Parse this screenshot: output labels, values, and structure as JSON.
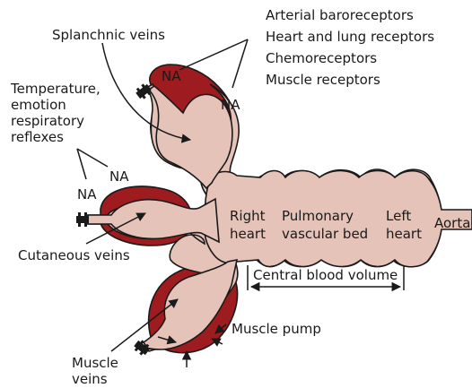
{
  "colors": {
    "vessel_fill": "#e6c3b9",
    "muscle_wall": "#9e1c20",
    "outline": "#1a1a1a"
  },
  "receptors": [
    "Arterial baroreceptors",
    "Heart and lung receptors",
    "Chemoreceptors",
    "Muscle receptors"
  ],
  "labels": {
    "splanchnic": "Splanchnic veins",
    "temperature_lines": [
      "Temperature,",
      "emotion",
      "respiratory",
      "reflexes"
    ],
    "na": "NA",
    "cutaneous": "Cutaneous veins",
    "muscle_veins_lines": [
      "Muscle",
      "veins"
    ],
    "muscle_pump": "Muscle pump",
    "central_blood_volume": "Central blood volume"
  },
  "trunk_labels": {
    "right_heart": [
      "Right",
      "heart"
    ],
    "pulmonary": [
      "Pulmonary",
      "vascular bed"
    ],
    "left_heart": [
      "Left",
      "heart"
    ],
    "aorta": "Aorta"
  },
  "icons": [
    "valve-clamp-icon",
    "arrow-icon"
  ]
}
